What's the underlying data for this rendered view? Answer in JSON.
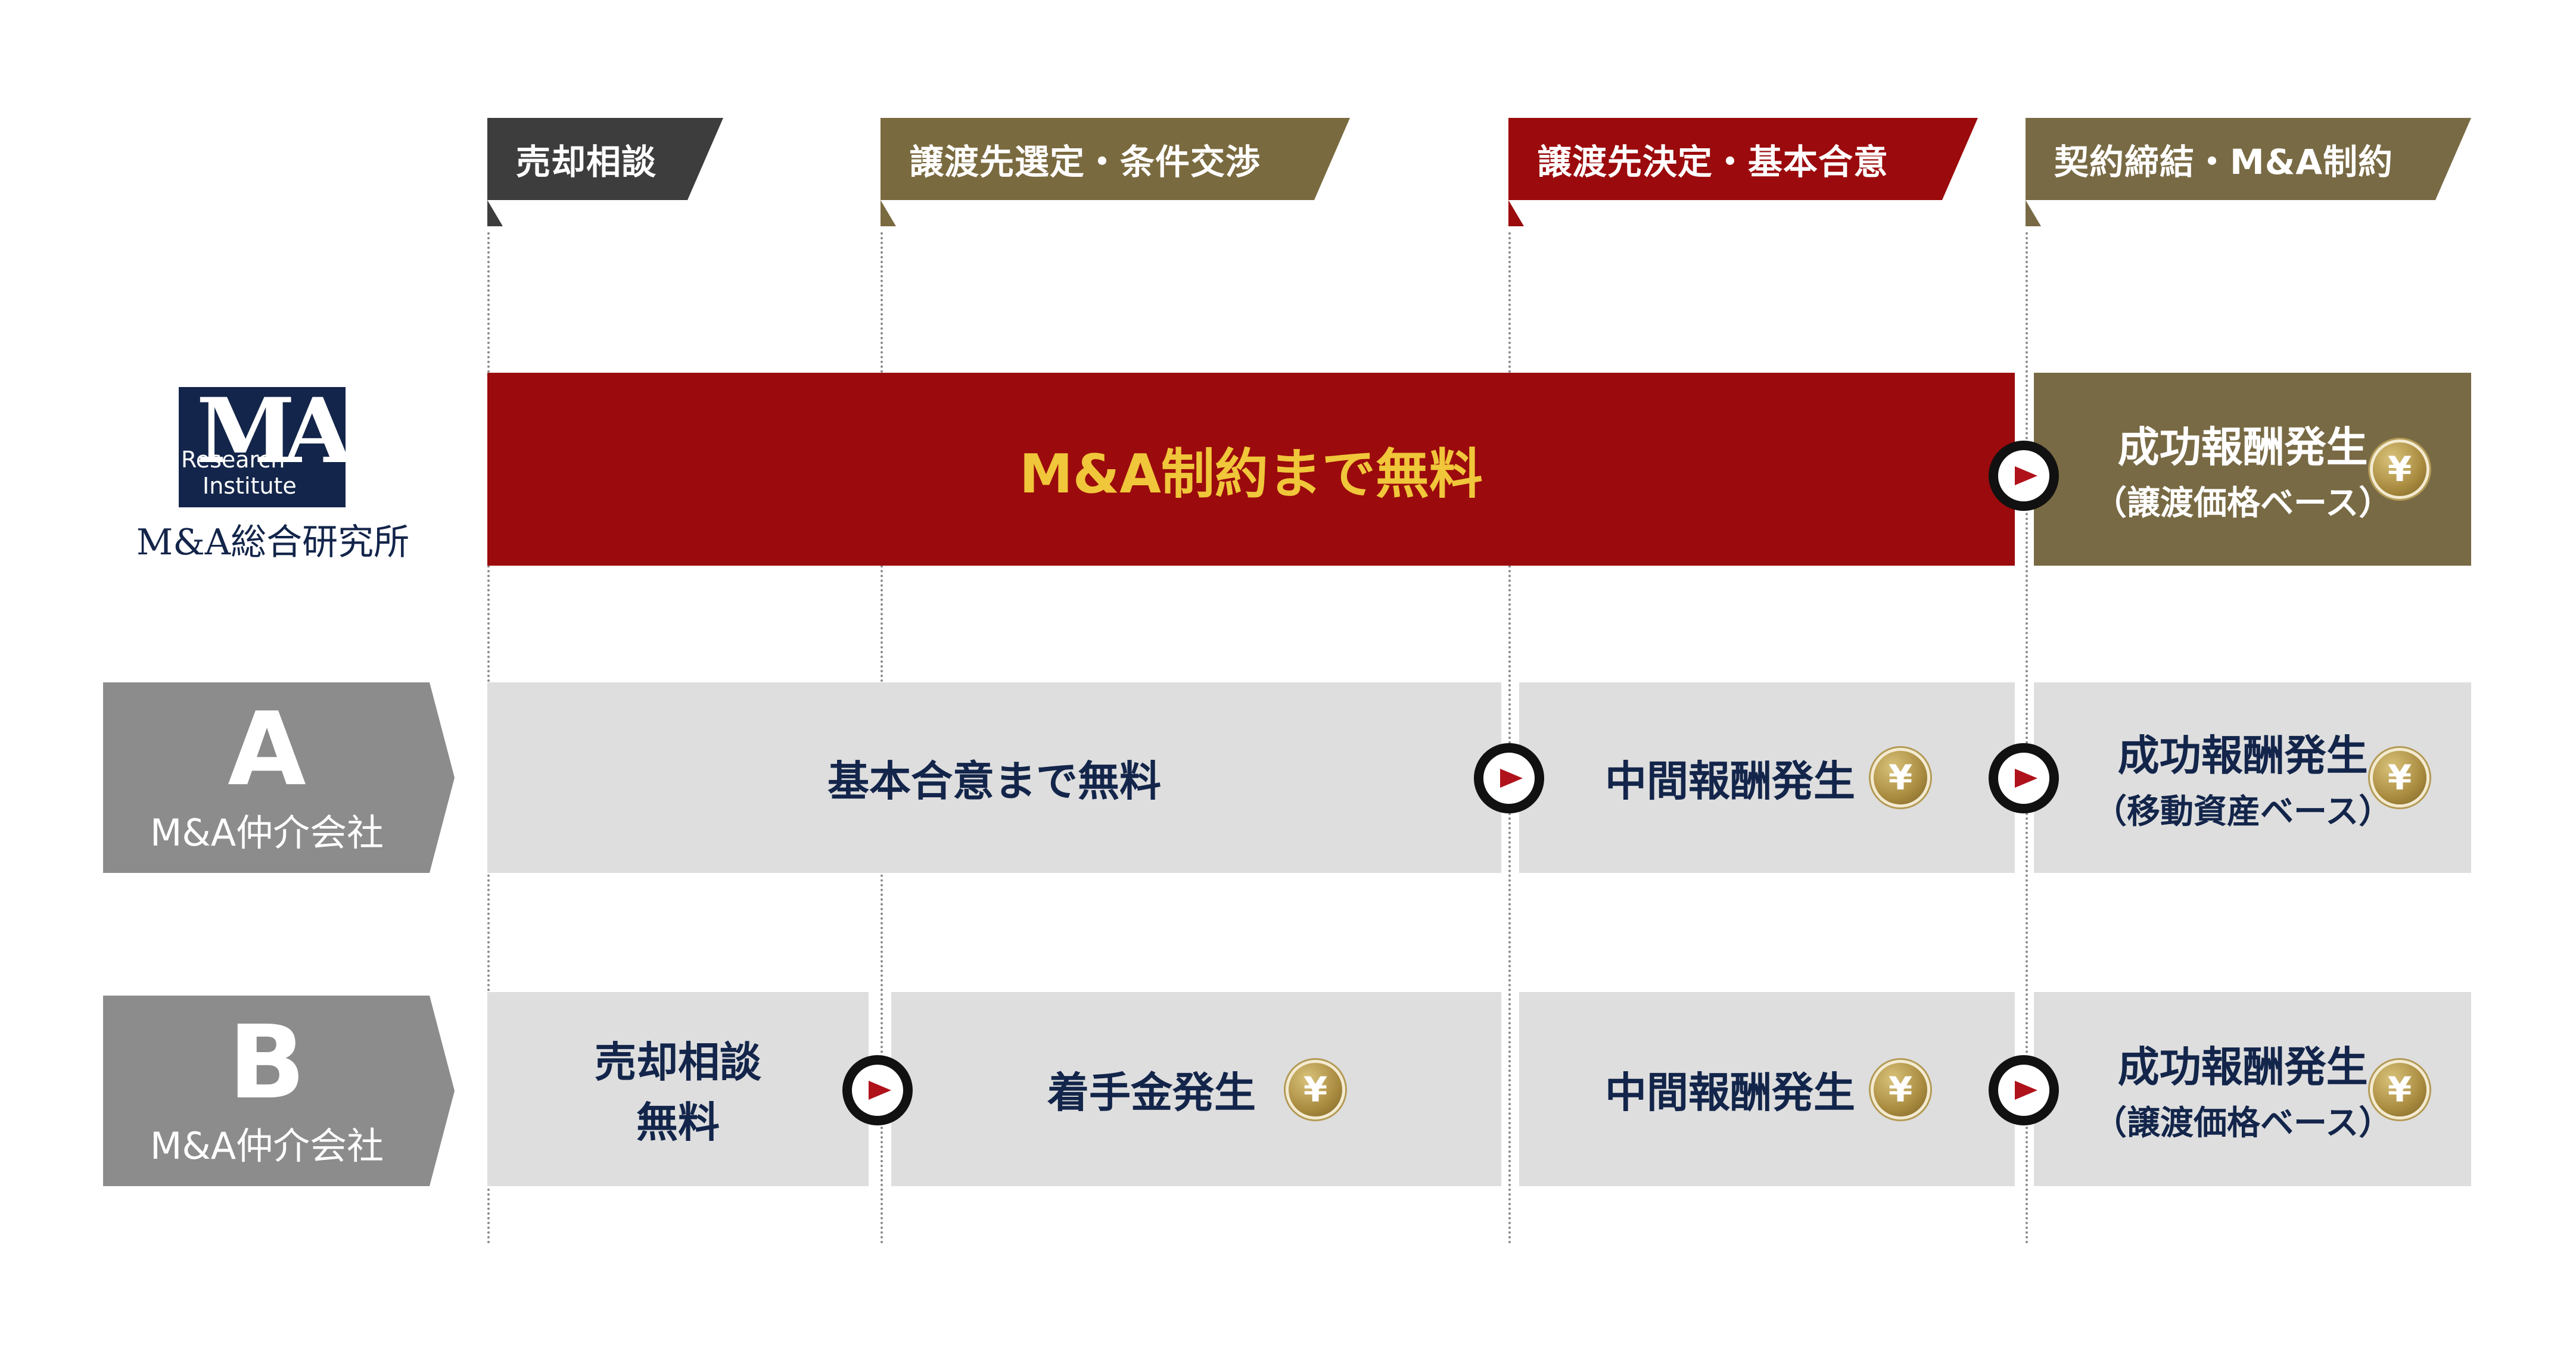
{
  "colors": {
    "dark": "#3d3d3d",
    "gold": "#7a6a3f",
    "red": "#9b0a0c",
    "olive": "#786a44",
    "gray_bar": "#dedede",
    "gray_label": "#8c8c8c",
    "navy_text": "#13254a",
    "yellow_text": "#f0c63a"
  },
  "phases": [
    {
      "label": "売却相談"
    },
    {
      "label": "譲渡先選定・条件交渉"
    },
    {
      "label": "譲渡先決定・基本合意"
    },
    {
      "label": "契約締結・M&A制約"
    }
  ],
  "logo": {
    "letters": "MA",
    "line1": "Research",
    "line2": "Institute",
    "name": "M&A総合研究所"
  },
  "rows": {
    "ma": {
      "free": "M&A制約まで無料",
      "success_title": "成功報酬発生",
      "success_sub": "（譲渡価格ベース）"
    },
    "a": {
      "letter": "A",
      "company": "M&A仲介会社",
      "free": "基本合意まで無料",
      "middle": "中間報酬発生",
      "success_title": "成功報酬発生",
      "success_sub": "（移動資産ベース）"
    },
    "b": {
      "letter": "B",
      "company": "M&A仲介会社",
      "consult_line1": "売却相談",
      "consult_line2": "無料",
      "retainer": "着手金発生",
      "middle": "中間報酬発生",
      "success_title": "成功報酬発生",
      "success_sub": "（譲渡価格ベース）"
    }
  },
  "icons": {
    "coin": "yen-coin-icon",
    "coin_glyph": "¥",
    "arrow": "arrow-circle-icon"
  }
}
